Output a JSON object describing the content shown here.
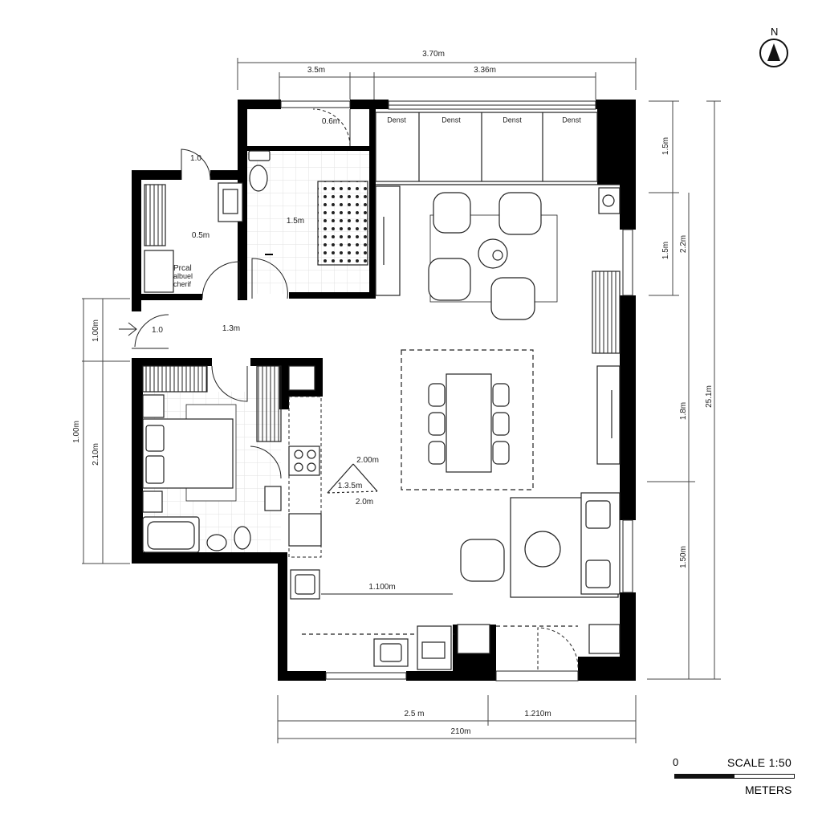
{
  "dimensions": {
    "top_overall": "3.70m",
    "top_left": "3.5m",
    "top_right": "3.36m",
    "right_1": "1.5m",
    "right_2": "1.5m",
    "right_3": "2.2m",
    "right_4": "1.8m",
    "right_overall": "25.1m",
    "right_5": "1.50m",
    "left_1": "1.00m",
    "left_2": "1.00m",
    "left_3": "2.10m",
    "bottom_left": "2.5 m",
    "bottom_right": "1.210m",
    "bottom_overall": "210m"
  },
  "rooms": {
    "closet_top": "0.6m",
    "entry_door": "1.0",
    "storage": "0.5m",
    "bathroom_top": "1.5m",
    "storage_note": [
      "Prcal",
      "albuel",
      "cherif"
    ],
    "front_door": "1.0",
    "hall": "1.3m",
    "kitchen_dim_1": "2.00m",
    "kitchen_dim_2": "1.3.5m",
    "kitchen_dim_3": "2.0m",
    "counter": "1.100m"
  },
  "windows": [
    "Denst",
    "Denst",
    "Denst",
    "Denst"
  ],
  "compass": {
    "label": "N"
  },
  "scale": {
    "zero": "0",
    "title": "SCALE 1:50",
    "unit": "METERS"
  }
}
